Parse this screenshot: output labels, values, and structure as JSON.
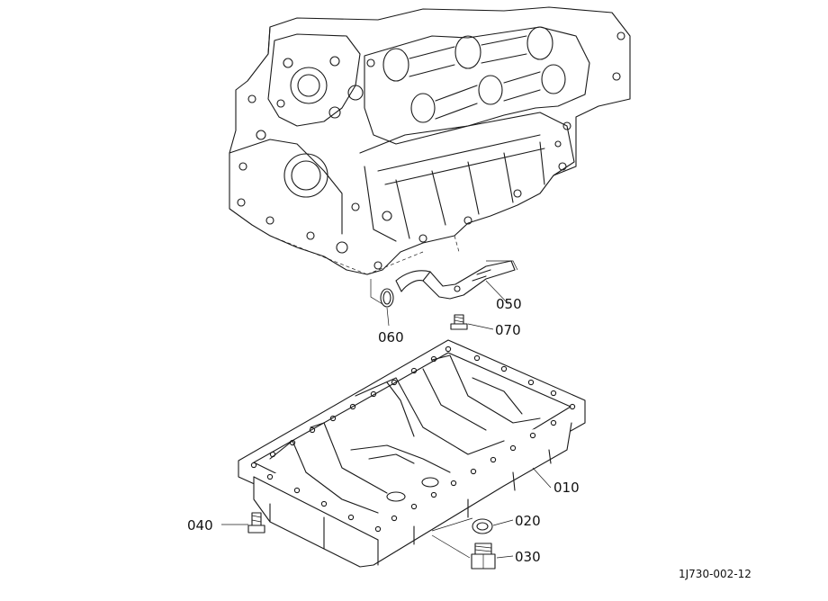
{
  "diagram": {
    "callouts": [
      {
        "id": "010",
        "label": "010"
      },
      {
        "id": "020",
        "label": "020"
      },
      {
        "id": "030",
        "label": "030"
      },
      {
        "id": "040",
        "label": "040"
      },
      {
        "id": "050",
        "label": "050"
      },
      {
        "id": "060",
        "label": "060"
      },
      {
        "id": "070",
        "label": "070"
      }
    ],
    "document_id": "1J730-002-12"
  }
}
